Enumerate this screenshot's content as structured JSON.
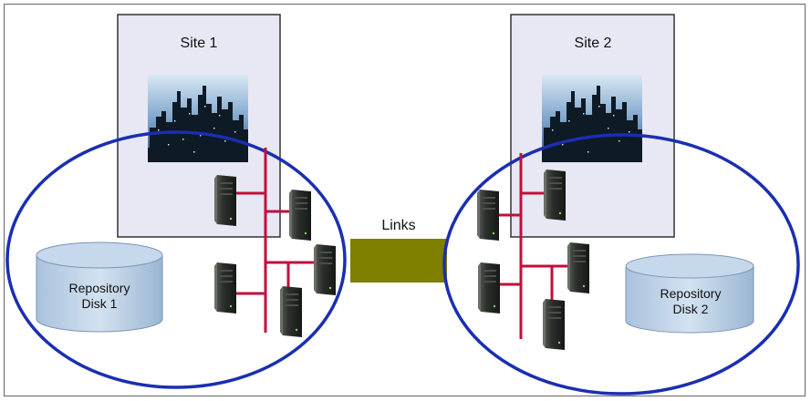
{
  "site1": {
    "label": "Site 1"
  },
  "site2": {
    "label": "Site 2"
  },
  "links": {
    "label": "Links"
  },
  "repo1": {
    "line1": "Repository",
    "line2": "Disk  1"
  },
  "repo2": {
    "line1": "Repository",
    "line2": "Disk  2"
  },
  "colors": {
    "site_fill": "#e8e8f4",
    "cluster_ring": "#1a2fb0",
    "network_line": "#c0103c",
    "links_fill": "#7f7f00",
    "disk_fill": "#b8cfe6",
    "server_body": "#2c302c"
  }
}
